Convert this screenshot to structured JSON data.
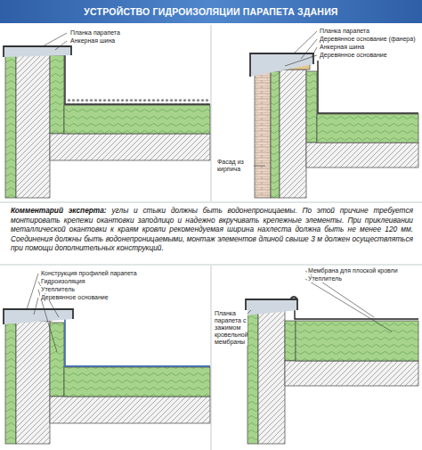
{
  "diagram": {
    "title": "УСТРОЙСТВО ГИДРОИЗОЛЯЦИИ ПАРАПЕТА ЗДАНИЯ",
    "labels": [
      "Планка парапета",
      "Анкерная шина",
      "Планка парапета",
      "Деревянное основание (фанера)",
      "Анкерная шина",
      "Деревянное основание",
      "Фасад из кирпича",
      "Комментарий эксперта:",
      "углы и стыки должны быть водонепроницаемы. По этой причине требуется монтировать крепежи окантовки заподлицо и надежно вкручивать крепежные элементы. При приклеивании металлической окантовки к краям кровли рекомендуемая ширина нахлеста должна быть не менее 120 мм. Соединения должны быть водонепроницаемыми, монтаж элементов длиной свыше 3 м должен осуществляться при помощи дополнительных конструкций.",
      "Конструкция профилей парапета",
      "Гидроизоляция",
      "Утеплитель",
      "Деревянное основание",
      "Мембрана для плоской кровли",
      "Утеплитель",
      "Планка парапета с зажимом кровельной мембраны"
    ]
  }
}
